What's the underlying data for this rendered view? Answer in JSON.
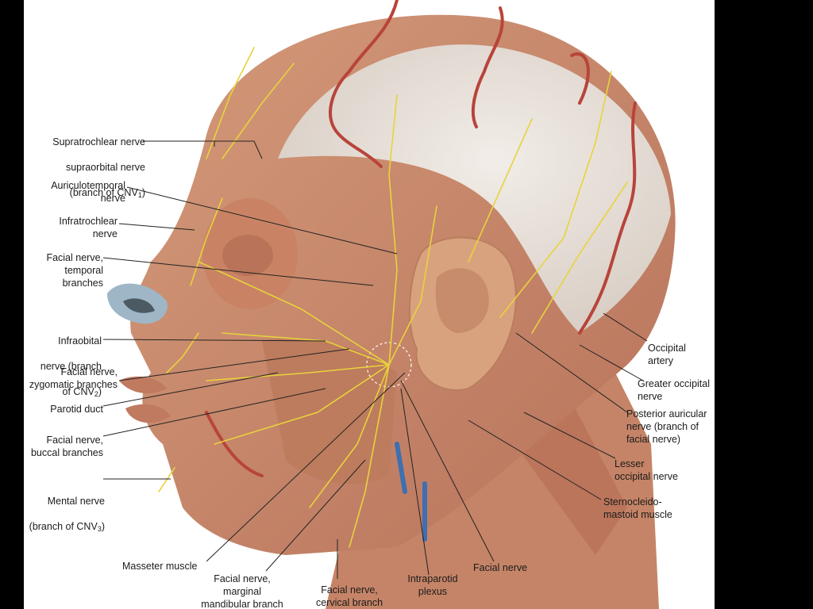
{
  "labels": {
    "supratrochlear": [
      "Supratrochlear nerve",
      "supraorbital nerve",
      "(branch of CNV",
      "1",
      ")"
    ],
    "auriculotemporal": "Auriculotemporal\nnerve",
    "infratrochlear": "Infratrochlear\nnerve",
    "facial_temporal": "Facial nerve,\ntemporal\nbranches",
    "infraorbital": [
      "Infraobital",
      "nerve (branch",
      "of CNV",
      "2",
      ")"
    ],
    "facial_zygomatic": "Facial nerve,\nzygomatic branches",
    "parotid_duct": "Parotid duct",
    "facial_buccal": "Facial nerve,\nbuccal branches",
    "mental": [
      "Mental nerve",
      "(branch of CNV",
      "3",
      ")"
    ],
    "masseter": "Masseter muscle",
    "marginal_mandibular": "Facial nerve,\nmarginal\nmandibular branch",
    "cervical": "Facial nerve,\ncervical branch",
    "intraparotid": "Intraparotid\nplexus",
    "facial_nerve": "Facial nerve",
    "sternocleidomastoid": "Sternocleido-\nmastoid muscle",
    "lesser_occipital": "Lesser\noccipital nerve",
    "posterior_auricular": "Posterior auricular\nnerve (branch of\nfacial nerve)",
    "greater_occipital": "Greater occipital\nnerve",
    "occipital_artery": "Occipital\nartery"
  },
  "colors": {
    "muscle": "#c98a6a",
    "muscle_dark": "#a8654a",
    "nerve": "#e8d33c",
    "artery": "#b8443a",
    "vein": "#3f6fb0",
    "aponeurosis": "#e9e3dc"
  }
}
